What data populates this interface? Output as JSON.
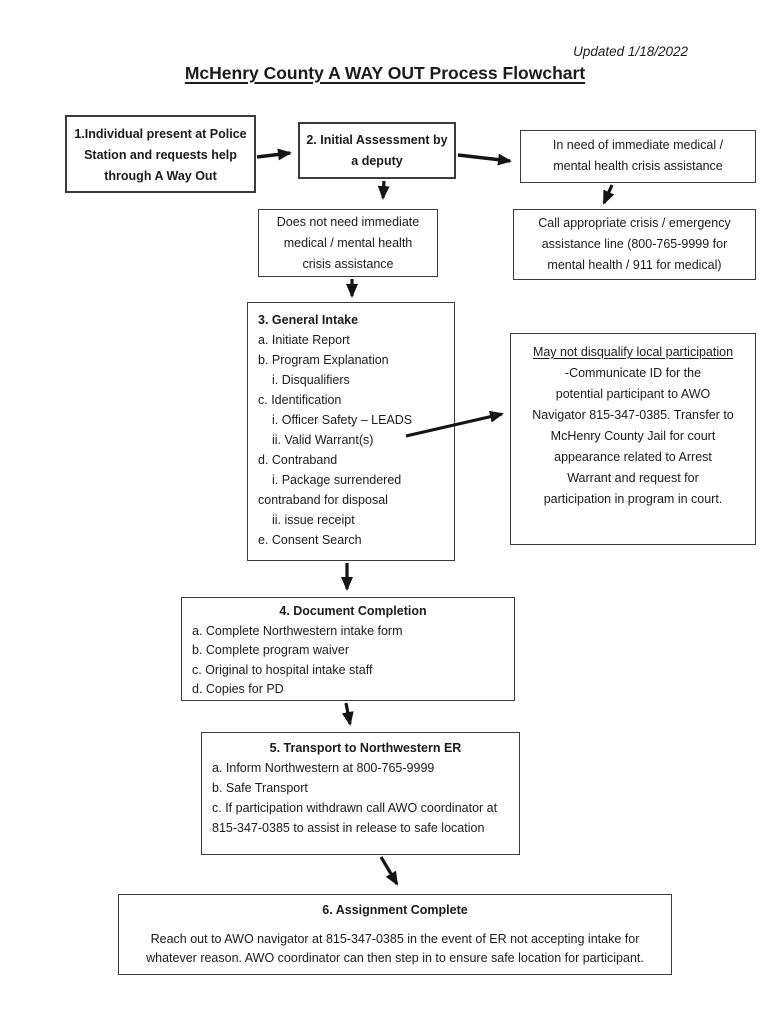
{
  "header": {
    "updated": "Updated 1/18/2022",
    "title": "McHenry County A WAY OUT Process Flowchart"
  },
  "boxes": {
    "step1": {
      "lines": [
        "1.Individual present at Police",
        "Station and requests help",
        "through A Way Out"
      ]
    },
    "step2": {
      "lines": [
        "2. Initial Assessment by",
        "a deputy"
      ]
    },
    "in_need": {
      "lines": [
        "In need of immediate medical /",
        "mental health crisis assistance"
      ]
    },
    "call_crisis": {
      "lines": [
        "Call appropriate crisis / emergency",
        "assistance line (800-765-9999 for",
        "mental health / 911 for medical)"
      ]
    },
    "no_need": {
      "lines": [
        "Does not need immediate",
        "medical / mental health",
        "crisis assistance"
      ]
    },
    "step3": {
      "title": "3. General Intake",
      "lines": [
        "a. Initiate Report",
        "b. Program Explanation",
        "i. Disqualifiers",
        "c. Identification",
        "i. Officer Safety – LEADS",
        "ii. Valid Warrant(s)",
        "d. Contraband",
        "i. Package surrendered",
        "contraband for disposal",
        "ii. issue receipt",
        "e. Consent Search"
      ]
    },
    "warrant_note": {
      "title": "May not disqualify local participation",
      "lines": [
        "-Communicate ID for the",
        "potential participant to AWO",
        "Navigator 815-347-0385. Transfer to",
        "McHenry County Jail for court",
        "appearance related to Arrest",
        "Warrant and request for",
        "participation in program in court."
      ]
    },
    "step4": {
      "title": "4. Document Completion",
      "lines": [
        "a. Complete Northwestern intake form",
        "b. Complete program waiver",
        "c. Original to hospital intake staff",
        "d. Copies for PD"
      ]
    },
    "step5": {
      "title": "5. Transport to Northwestern ER",
      "lines": [
        "a. Inform Northwestern at 800-765-9999",
        "b. Safe Transport",
        "c. If participation withdrawn call AWO coordinator at",
        "815-347-0385 to assist in release to safe location"
      ]
    },
    "step6": {
      "title": "6. Assignment Complete",
      "lines": [
        "Reach out to AWO navigator at 815-347-0385 in the event of ER not accepting intake for",
        "whatever reason. AWO coordinator can then step in to ensure safe location for participant."
      ]
    }
  }
}
